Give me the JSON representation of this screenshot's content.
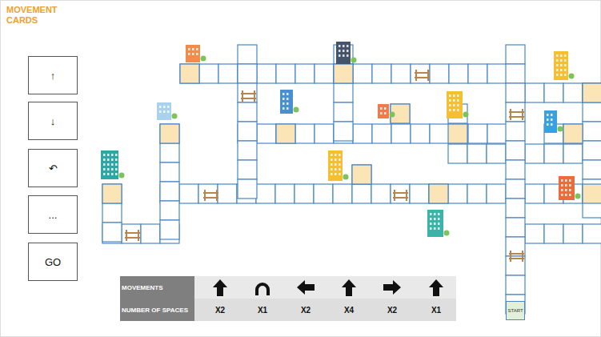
{
  "diagram": {
    "title": "MOVEMENT CARDS",
    "nodes": [
      {
        "text": [
          "↑"
        ]
      },
      {
        "text": [
          "↓"
        ]
      },
      {
        "text": [
          "↶"
        ]
      },
      {
        "text": [
          "..."
        ]
      },
      {
        "text": [
          "GO"
        ]
      },
      {
        "text": [
          "START"
        ]
      }
    ],
    "labels": [
      "MOVEMENTS",
      "NUMBER OF SPACES",
      "X2",
      "X1",
      "X2",
      "X4",
      "X2",
      "X1"
    ]
  }
}
